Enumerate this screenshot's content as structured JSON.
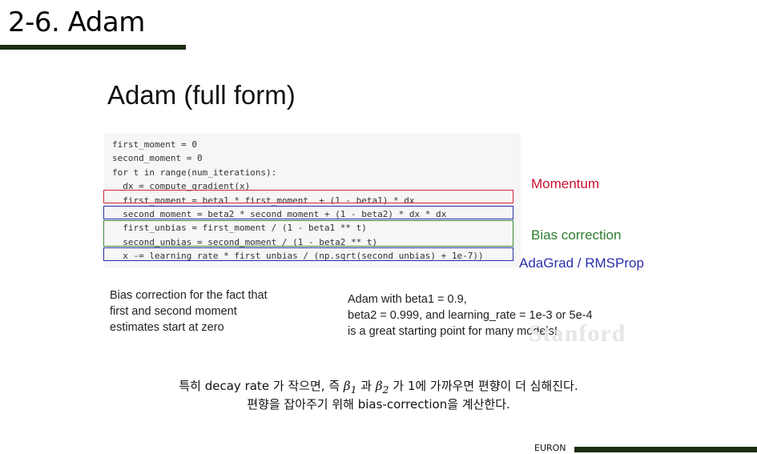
{
  "slide": {
    "title": "2-6. Adam",
    "footer": "EURON"
  },
  "panel": {
    "heading": "Adam (full form)",
    "code_lines": [
      "first_moment = 0",
      "second_moment = 0",
      "for t in range(num_iterations):",
      "  dx = compute_gradient(x)",
      "  first_moment = beta1 * first_moment  + (1 - beta1) * dx",
      "  second_moment = beta2 * second_moment + (1 - beta2) * dx * dx",
      "  first_unbias = first_moment / (1 - beta1 ** t)",
      "  second_unbias = second_moment / (1 - beta2 ** t)",
      "  x -= learning_rate * first_unbias / (np.sqrt(second_unbias) + 1e-7))"
    ],
    "labels": {
      "momentum": "Momentum",
      "bias_correction": "Bias correction",
      "adagrad": "AdaGrad / RMSProp"
    },
    "label_colors": {
      "momentum": "#c8102e",
      "bias_correction": "#2e7d32",
      "adagrad": "#2b2fa8"
    },
    "note_left": [
      "Bias correction for the fact that",
      "first and second moment",
      "estimates start at zero"
    ],
    "note_right": [
      "Adam with beta1 = 0.9,",
      "beta2 = 0.999, and learning_rate = 1e-3 or 5e-4",
      "is a great starting point for many models!"
    ],
    "watermark": "Stanford"
  },
  "explanation": {
    "line1_a": "특히 decay rate 가 작으면, 즉 ",
    "beta1": "β",
    "beta1_sub": "1",
    "line1_b": " 과 ",
    "beta2": "β",
    "beta2_sub": "2",
    "line1_c": " 가 1에 가까우면 편향이 더 심해진다.",
    "line2": "편향을 잡아주기 위해 bias-correction을 계산한다."
  }
}
